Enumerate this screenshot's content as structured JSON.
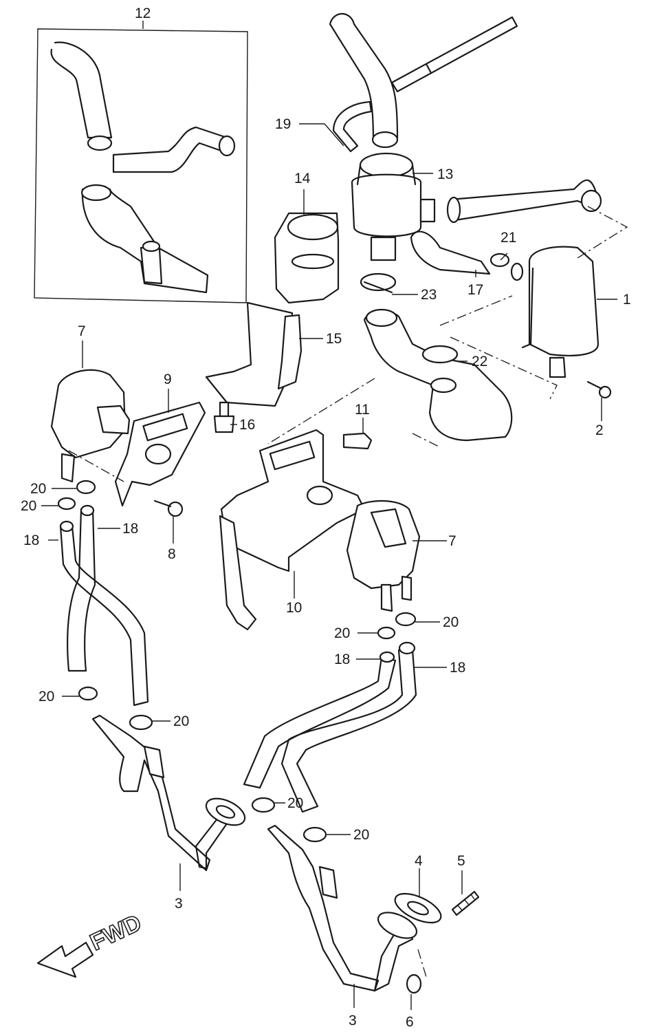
{
  "callouts": {
    "c1": "1",
    "c2": "2",
    "c3a": "3",
    "c3b": "3",
    "c4": "4",
    "c5": "5",
    "c6": "6",
    "c7a": "7",
    "c7b": "7",
    "c8": "8",
    "c9": "9",
    "c10": "10",
    "c11": "11",
    "c12": "12",
    "c13": "13",
    "c14": "14",
    "c15": "15",
    "c16": "16",
    "c17": "17",
    "c18a": "18",
    "c18b": "18",
    "c18c": "18",
    "c18d": "18",
    "c19": "19",
    "c20a": "20",
    "c20b": "20",
    "c20c": "20",
    "c20d": "20",
    "c20e": "20",
    "c20f": "20",
    "c20g": "20",
    "c20h": "20",
    "c21": "21",
    "c22": "22",
    "c23": "23"
  },
  "direction_label": "FWD"
}
